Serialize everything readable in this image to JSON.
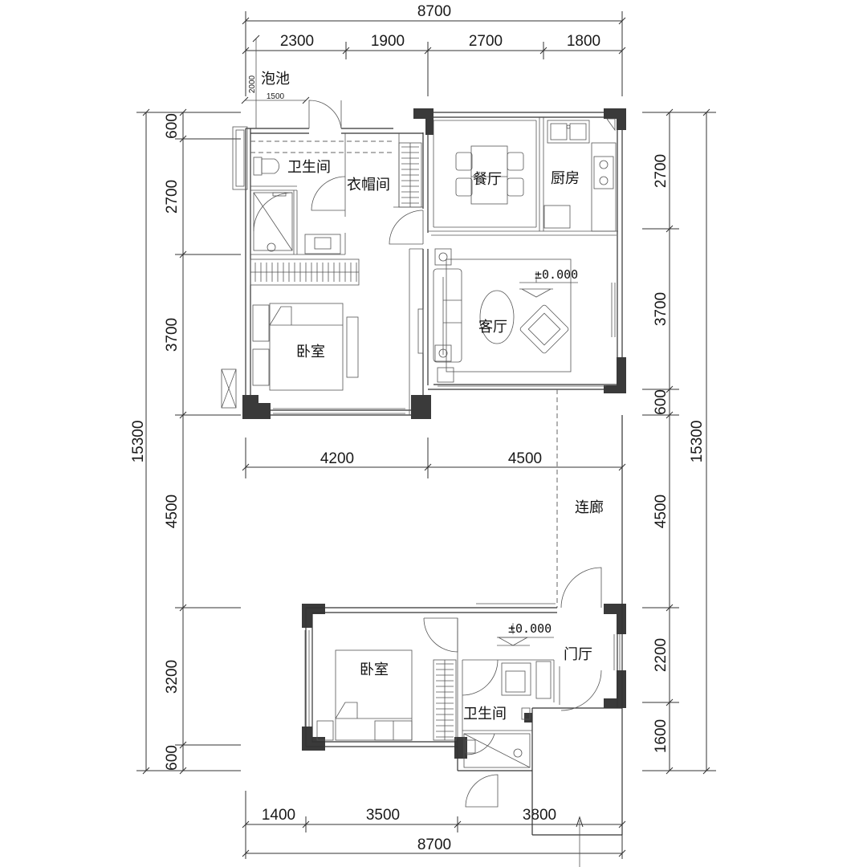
{
  "dimensions": {
    "top_total": "8700",
    "top_segments": [
      "2300",
      "1900",
      "2700",
      "1800"
    ],
    "middle_segments": [
      "4200",
      "4500"
    ],
    "bottom_segments": [
      "1400",
      "3500",
      "3800"
    ],
    "bottom_total": "8700",
    "left_segments": [
      "600",
      "2700",
      "3700",
      "4500",
      "3200",
      "600"
    ],
    "left_total": "15300",
    "right_segments": [
      "2700",
      "3700",
      "600",
      "4500",
      "2200",
      "1600"
    ],
    "right_total": "15300",
    "pool_height": "2000",
    "pool_width": "1500"
  },
  "rooms": {
    "pool": "泡池",
    "bath_upper": "卫生间",
    "cloakroom": "衣帽间",
    "dining": "餐厅",
    "kitchen": "厨房",
    "bedroom_upper": "卧室",
    "living": "客厅",
    "corridor": "连廊",
    "bedroom_lower": "卧室",
    "foyer": "门厅",
    "bath_lower": "卫生间"
  },
  "levels": {
    "upper": "±0.000",
    "lower": "±0.000"
  }
}
